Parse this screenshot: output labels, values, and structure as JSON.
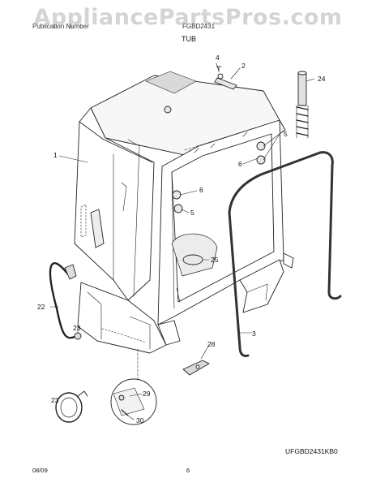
{
  "watermark": "AppliancePartsPros.com",
  "header": {
    "left_text": "Publication Number",
    "right_text": "FGBD2431"
  },
  "section_title": "TUB",
  "diagram_code": "UFGBD2431KB0",
  "footer": {
    "date": "08/09",
    "page_number": "6"
  },
  "callouts": {
    "c1": "1",
    "c2": "2",
    "c3": "3",
    "c4": "4",
    "c5a": "5",
    "c5b": "5",
    "c6a": "6",
    "c6b": "6",
    "c22": "22",
    "c23a": "23",
    "c23b": "23",
    "c24": "24",
    "c25": "25",
    "c28": "28",
    "c29": "29",
    "c30": "30"
  }
}
